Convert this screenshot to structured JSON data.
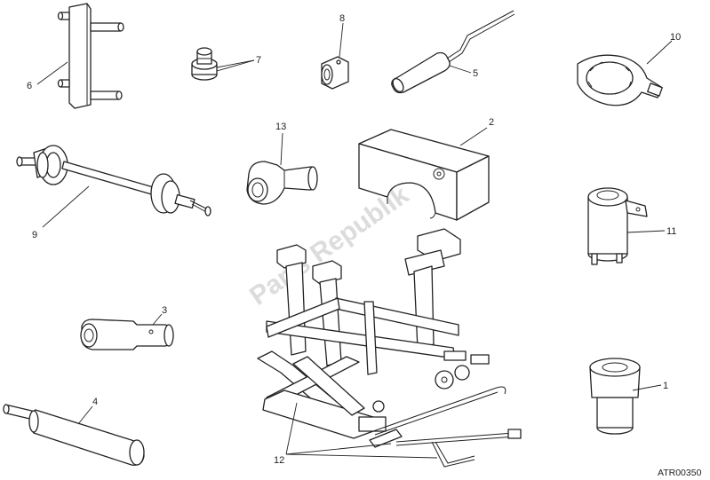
{
  "diagram": {
    "reference_code": "ATR00350",
    "watermark": "Parts Republik",
    "callouts": [
      {
        "id": "c1",
        "label": "1"
      },
      {
        "id": "c2",
        "label": "2"
      },
      {
        "id": "c3",
        "label": "3"
      },
      {
        "id": "c4",
        "label": "4"
      },
      {
        "id": "c5",
        "label": "5"
      },
      {
        "id": "c6",
        "label": "6"
      },
      {
        "id": "c7",
        "label": "7"
      },
      {
        "id": "c8",
        "label": "8"
      },
      {
        "id": "c9",
        "label": "9"
      },
      {
        "id": "c10",
        "label": "10"
      },
      {
        "id": "c11",
        "label": "11"
      },
      {
        "id": "c12",
        "label": "12"
      },
      {
        "id": "c13",
        "label": "13"
      }
    ]
  }
}
